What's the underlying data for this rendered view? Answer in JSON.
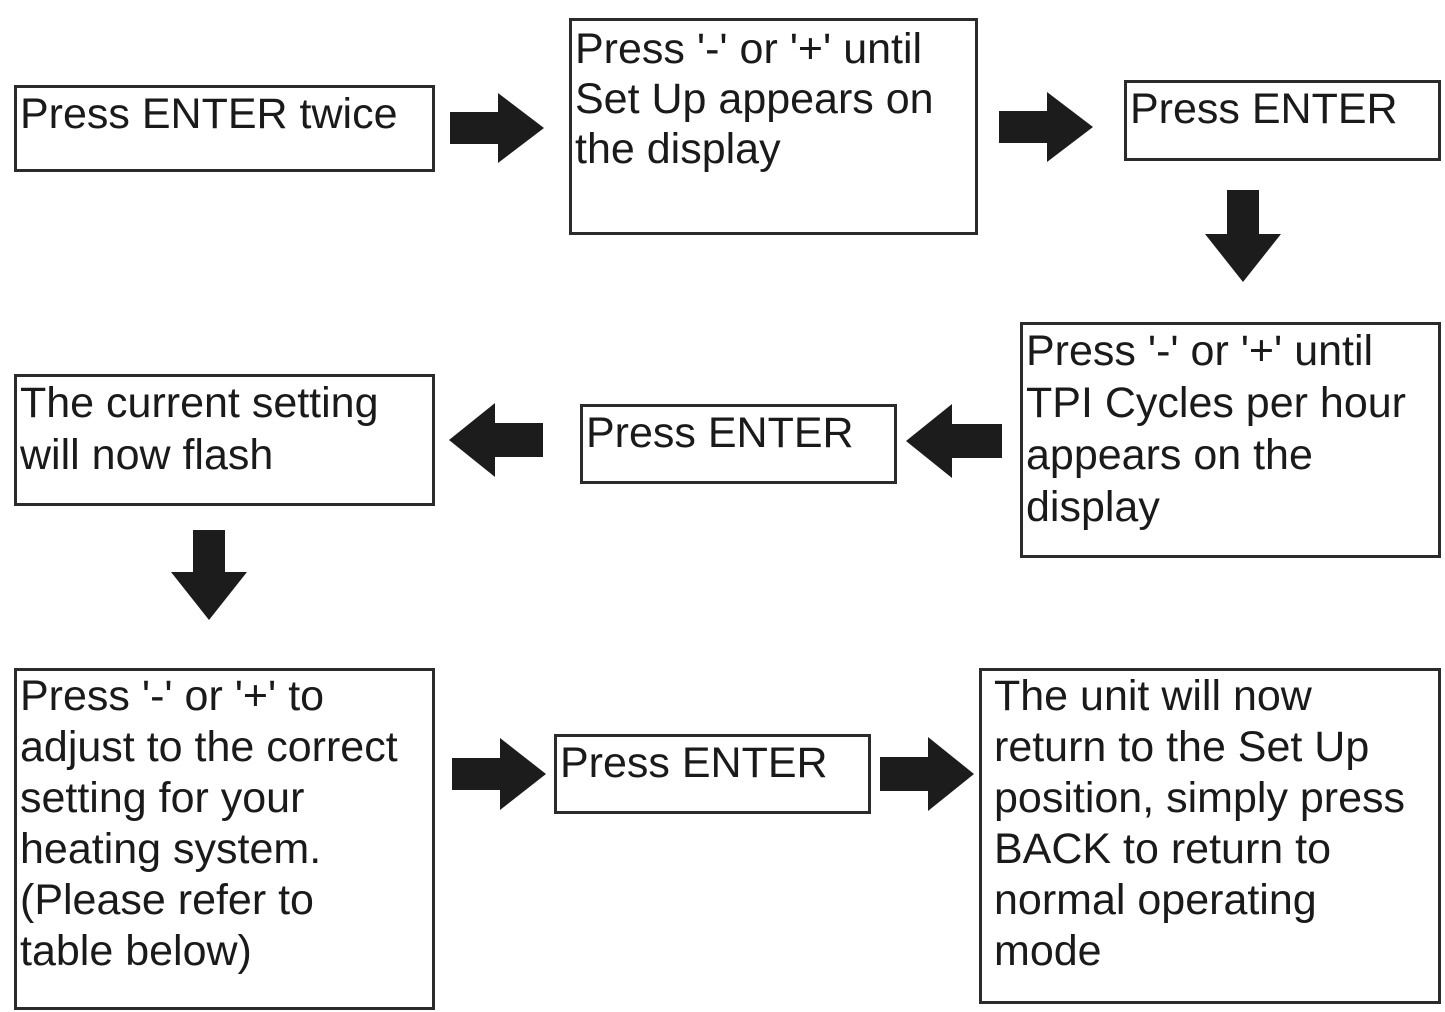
{
  "flowchart": {
    "steps": [
      {
        "text": "Press ENTER twice"
      },
      {
        "text": "Press '-' or '+' until\nSet Up appears on\nthe display"
      },
      {
        "text": "Press ENTER"
      },
      {
        "text": "Press '-' or '+' until\nTPI Cycles per hour\nappears on the\ndisplay"
      },
      {
        "text": "Press ENTER"
      },
      {
        "text": "The current setting\nwill now flash"
      },
      {
        "text": "Press '-' or '+' to\nadjust to the correct\nsetting for your\nheating system.\n(Please refer to\ntable below)"
      },
      {
        "text": "Press ENTER"
      },
      {
        "text": "The unit will now\nreturn to the Set Up\nposition, simply press\nBACK to return to\nnormal operating\nmode"
      }
    ],
    "arrows": [
      {
        "direction": "right"
      },
      {
        "direction": "right"
      },
      {
        "direction": "down"
      },
      {
        "direction": "left"
      },
      {
        "direction": "left"
      },
      {
        "direction": "down"
      },
      {
        "direction": "right"
      },
      {
        "direction": "right"
      }
    ],
    "colors": {
      "box_border": "#2b2b2b",
      "arrow_fill": "#1c1c1c",
      "background": "#ffffff"
    }
  }
}
